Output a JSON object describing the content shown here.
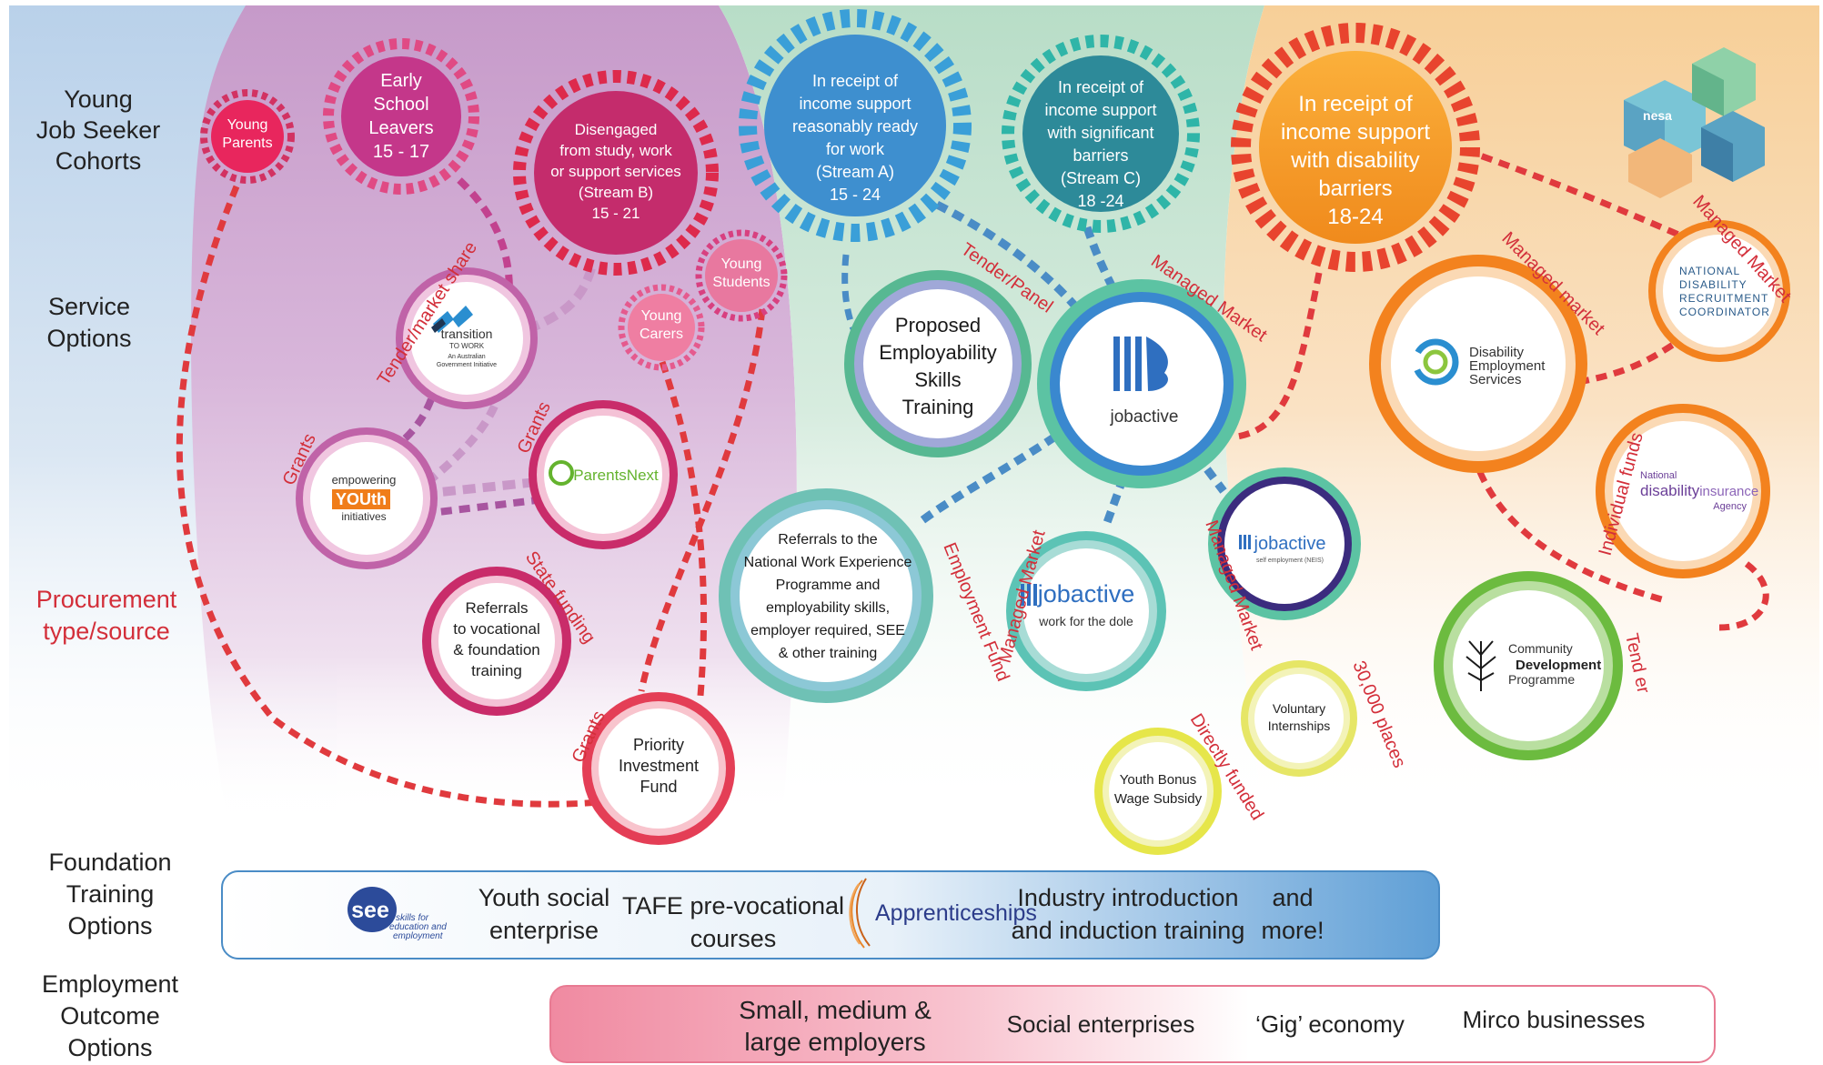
{
  "row_labels": {
    "cohorts": [
      "Young",
      "Job Seeker",
      "Cohorts"
    ],
    "service": [
      "Service",
      "Options"
    ],
    "procurement": [
      "Procurement",
      "type/source"
    ],
    "foundation": [
      "Foundation",
      "Training",
      "Options"
    ],
    "employment": [
      "Employment",
      "Outcome",
      "Options"
    ]
  },
  "cohorts": {
    "young_parents": [
      "Young",
      "Parents"
    ],
    "early_school_leavers": [
      "Early",
      "School",
      "Leavers",
      "15 - 17"
    ],
    "disengaged": [
      "Disengaged",
      "from study, work",
      "or support services",
      "(Stream B)",
      "15 - 21"
    ],
    "young_students": [
      "Young",
      "Students"
    ],
    "young_carers": [
      "Young",
      "Carers"
    ],
    "stream_a": [
      "In receipt of",
      "income support",
      "reasonably ready",
      "for work",
      "(Stream A)",
      "15 - 24"
    ],
    "stream_c": [
      "In receipt of",
      "income support",
      "with significant",
      "barriers",
      "(Stream C)",
      "18 -24"
    ],
    "disability": [
      "In receipt of",
      "income support",
      "with disability",
      "barriers",
      "18-24"
    ]
  },
  "services": {
    "transition": [
      "transition",
      "TO WORK",
      "An Australian",
      "Government Initiative"
    ],
    "empowering": [
      "empowering",
      "YOUth",
      "initiatives"
    ],
    "parentsnext": "ParentsNext",
    "referrals_vocational": [
      "Referrals",
      "to vocational",
      "& foundation",
      "training"
    ],
    "priority_investment": [
      "Priority",
      "Investment",
      "Fund"
    ],
    "pest": [
      "Proposed",
      "Employability",
      "Skills",
      "Training"
    ],
    "jobactive": "jobactive",
    "nwep": [
      "Referrals to the",
      "National Work Experience",
      "Programme and",
      "employability skills,",
      "employer required, SEE",
      "& other training"
    ],
    "wftd": [
      "jobactive",
      "work for the dole"
    ],
    "self_employment": [
      "jobactive",
      "self employment (NEIS)"
    ],
    "voluntary": [
      "Voluntary",
      "Internships"
    ],
    "youth_bonus": [
      "Youth Bonus",
      "Wage Subsidy"
    ],
    "des": [
      "Disability",
      "Employment",
      "Services"
    ],
    "ndrc": [
      "NATIONAL",
      "DISABILITY",
      "RECRUITMENT",
      "COORDINATOR"
    ],
    "ndis": [
      "National",
      "disability",
      "insurance",
      "Agency"
    ],
    "cdp": [
      "Community",
      "Development",
      "Programme"
    ],
    "logo": "nesa"
  },
  "procurement_labels": {
    "tender_market_share": "Tender/market share",
    "grants_1": "Grants",
    "grants_2": "Grants",
    "grants_3": "Grants",
    "state_funding": "State funding",
    "tender_panel": "Tender/Panel",
    "managed_market_1": "Managed Market",
    "employment_fund": "Employment Fund",
    "managed_market_2": "Managed Market",
    "managed_market_3": "Managed Market",
    "directly_funded": "Directly funded",
    "places": "30,000 places",
    "managed_market_4": "Managed market",
    "managed_market_5": "Managed Market",
    "individual_funds": "Individual funds",
    "tender": "Tend er"
  },
  "foundation_options": {
    "see_logo": "see",
    "see_caption": [
      "skills for",
      "education and",
      "employment"
    ],
    "youth_social": [
      "Youth social",
      "enterprise"
    ],
    "tafe": [
      "TAFE pre-vocational",
      "courses"
    ],
    "apprenticeships": "Apprenticeships",
    "industry": [
      "Industry introduction",
      "and induction training"
    ],
    "more": [
      "and",
      "more!"
    ]
  },
  "employment_options": {
    "smes": [
      "Small, medium &",
      "large employers"
    ],
    "social": "Social enterprises",
    "gig": "‘Gig’ economy",
    "micro": "Mirco businesses"
  }
}
